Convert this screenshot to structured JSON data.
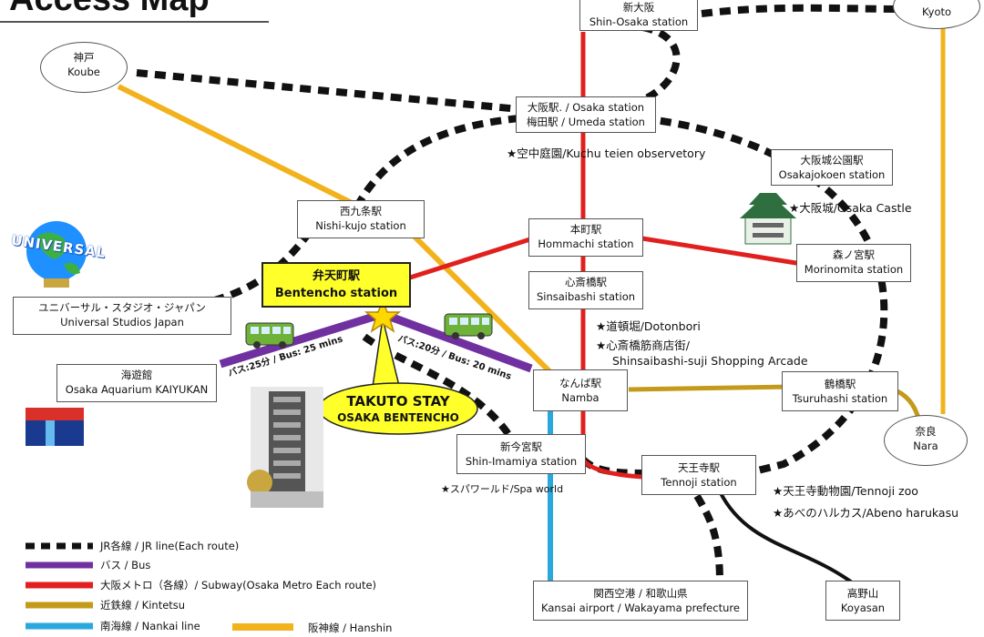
{
  "title": "Access Map",
  "stations": {
    "shin_osaka": {
      "ja": "新大阪",
      "en": "Shin-Osaka station"
    },
    "kyoto": {
      "en": "Kyoto"
    },
    "kobe": {
      "ja": "神戸",
      "en": "Koube"
    },
    "osaka": {
      "ja": "大阪駅. / Osaka station",
      "en": "梅田駅 / Umeda station"
    },
    "osakajokoen": {
      "ja": "大阪城公園駅",
      "en": "Osakajokoen station"
    },
    "nishikujo": {
      "ja": "西九条駅",
      "en": "Nishi-kujo station"
    },
    "hommachi": {
      "ja": "本町駅",
      "en": "Hommachi station"
    },
    "morinomiya": {
      "ja": "森ノ宮駅",
      "en": "Morinomita station"
    },
    "bentencho": {
      "ja": "弁天町駅",
      "en": "Bentencho station"
    },
    "shinsaibashi": {
      "ja": "心斎橋駅",
      "en": "Sinsaibashi station"
    },
    "usj": {
      "ja": "ユニバーサル・スタジオ・ジャパン",
      "en": "Universal Studios Japan"
    },
    "kaiyukan": {
      "ja": "海遊館",
      "en": "Osaka Aquarium KAIYUKAN"
    },
    "namba": {
      "ja": "なんば駅",
      "en": "Namba"
    },
    "tsuruhashi": {
      "ja": "鶴橋駅",
      "en": "Tsuruhashi station"
    },
    "nara": {
      "ja": "奈良",
      "en": "Nara"
    },
    "shin_imamiya": {
      "ja": "新今宮駅",
      "en": "Shin-Imamiya station"
    },
    "tennoji": {
      "ja": "天王寺駅",
      "en": "Tennoji station"
    },
    "kansai": {
      "ja": "関西空港 / 和歌山県",
      "en": "Kansai airport / Wakayama prefecture"
    },
    "koyasan": {
      "ja": "高野山",
      "en": "Koyasan"
    }
  },
  "notes": {
    "kuchu": "★空中庭園/Kuchu teien observetory",
    "castle": "★大阪城/Osaka Castle",
    "dotonbori": "★道頓堀/Dotonbori",
    "shinsaibashi_suji": "★心斎橋筋商店街/",
    "shopping_arcade": "Shinsaibashi-suji Shopping Arcade",
    "spa_world": "★スパワールド/Spa world",
    "tennoji_zoo": "★天王寺動物園/Tennoji zoo",
    "abeno": "★あべのハルカス/Abeno harukasu"
  },
  "bus": {
    "left": "バス:25分 / Bus: 25 mins",
    "right": "バス:20分 / Bus: 20 mins"
  },
  "hotel": {
    "line1": "TAKUTO STAY",
    "line2": "OSAKA BENTENCHO"
  },
  "usj_logo": "UNIVERSAL",
  "legend": {
    "jr": "JR各線 / JR line(Each route)",
    "bus": "バス / Bus",
    "subway": "大阪メトロ（各線）/ Subway(Osaka Metro Each route)",
    "kintetsu": "近鉄線 / Kintetsu",
    "nankai": "南海線 / Nankai line",
    "hanshin": "阪神線 / Hanshin"
  },
  "colors": {
    "jr": "#111111",
    "bus": "#7030a0",
    "subway": "#e0201e",
    "kintetsu": "#c49a1a",
    "nankai": "#2aa8dc",
    "hanshin": "#f2b21c",
    "star": "#ffd800"
  }
}
